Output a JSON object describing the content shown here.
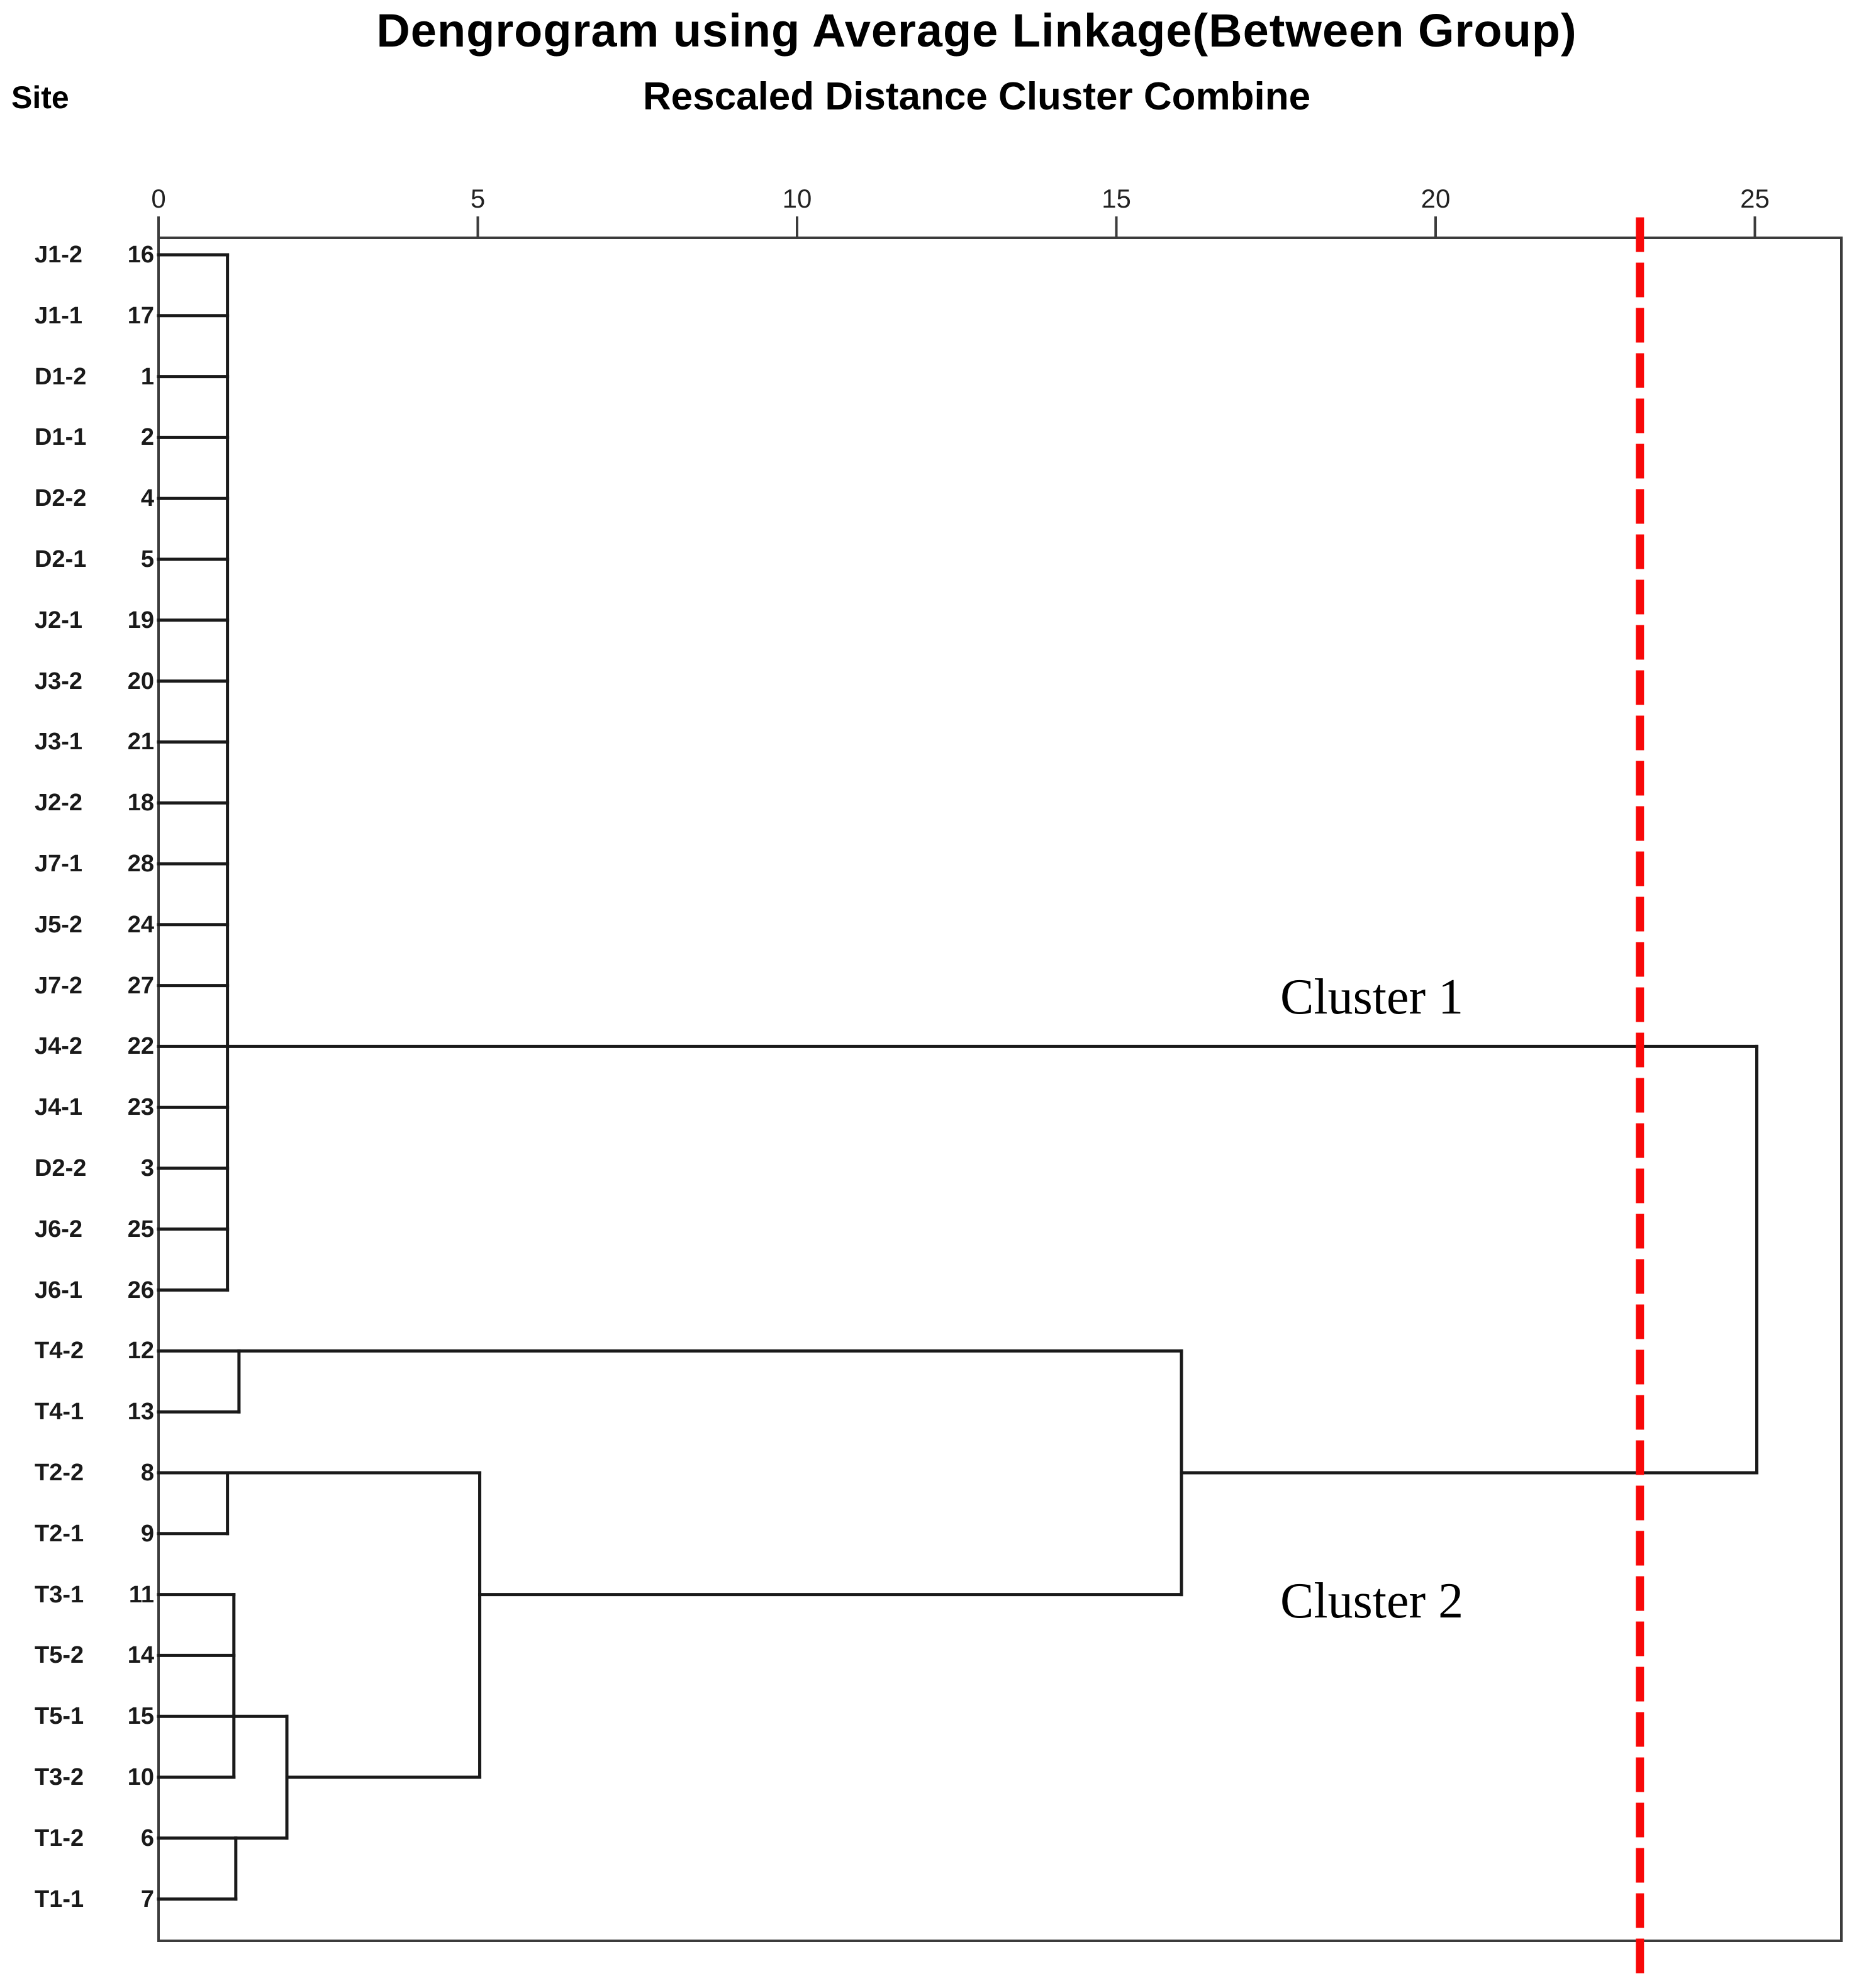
{
  "title": "Dengrogram using Average Linkage(Between Group)",
  "subtitle": "Rescaled Distance Cluster Combine",
  "site_header": "Site",
  "annotations": {
    "cluster1_label": "Cluster 1",
    "cluster2_label": "Cluster 2"
  },
  "colors": {
    "line": "#1a1a1a",
    "frame": "#3c3c3c",
    "tick_text": "#222222",
    "threshold_red": "#f80808",
    "background": "#ffffff"
  },
  "chart_data": {
    "type": "dendrogram",
    "orientation": "horizontal",
    "distance_axis": {
      "label": "Rescaled Distance Cluster Combine",
      "ticks": [
        0,
        5,
        10,
        15,
        20,
        25
      ],
      "range": [
        0,
        26.4
      ],
      "grid": false
    },
    "leaves": [
      {
        "site": "J1-2",
        "case": 16
      },
      {
        "site": "J1-1",
        "case": 17
      },
      {
        "site": "D1-2",
        "case": 1
      },
      {
        "site": "D1-1",
        "case": 2
      },
      {
        "site": "D2-2",
        "case": 4
      },
      {
        "site": "D2-1",
        "case": 5
      },
      {
        "site": "J2-1",
        "case": 19
      },
      {
        "site": "J3-2",
        "case": 20
      },
      {
        "site": "J3-1",
        "case": 21
      },
      {
        "site": "J2-2",
        "case": 18
      },
      {
        "site": "J7-1",
        "case": 28
      },
      {
        "site": "J5-2",
        "case": 24
      },
      {
        "site": "J7-2",
        "case": 27
      },
      {
        "site": "J4-2",
        "case": 22
      },
      {
        "site": "J4-1",
        "case": 23
      },
      {
        "site": "D2-2",
        "case": 3
      },
      {
        "site": "J6-2",
        "case": 25
      },
      {
        "site": "J6-1",
        "case": 26
      },
      {
        "site": "T4-2",
        "case": 12
      },
      {
        "site": "T4-1",
        "case": 13
      },
      {
        "site": "T2-2",
        "case": 8
      },
      {
        "site": "T2-1",
        "case": 9
      },
      {
        "site": "T3-1",
        "case": 11
      },
      {
        "site": "T5-2",
        "case": 14
      },
      {
        "site": "T5-1",
        "case": 15
      },
      {
        "site": "T3-2",
        "case": 10
      },
      {
        "site": "T1-2",
        "case": 6
      },
      {
        "site": "T1-1",
        "case": 7
      }
    ],
    "clusters": [
      {
        "name": "Cluster 1",
        "rows": [
          1,
          18
        ],
        "sites": [
          "J1-2",
          "J1-1",
          "D1-2",
          "D1-1",
          "D2-2",
          "D2-1",
          "J2-1",
          "J3-2",
          "J3-1",
          "J2-2",
          "J7-1",
          "J5-2",
          "J7-2",
          "J4-2",
          "J4-1",
          "D2-2",
          "J6-2",
          "J6-1"
        ]
      },
      {
        "name": "Cluster 2",
        "rows": [
          19,
          28
        ],
        "sites": [
          "T4-2",
          "T4-1",
          "T2-2",
          "T2-1",
          "T3-1",
          "T5-2",
          "T5-1",
          "T3-2",
          "T1-2",
          "T1-1"
        ]
      }
    ],
    "segments": {
      "leaf_stubs": [
        {
          "rows": [
            1,
            18
          ],
          "to": 1.08
        },
        {
          "rows": [
            19,
            20
          ],
          "to": 1.26
        },
        {
          "rows": [
            21,
            22
          ],
          "to": 1.08
        },
        {
          "rows": [
            23,
            26
          ],
          "to": 1.18
        },
        {
          "rows": [
            27,
            28
          ],
          "to": 1.21
        }
      ],
      "verticals": [
        {
          "at": 1.08,
          "rows": [
            1,
            18
          ]
        },
        {
          "at": 1.26,
          "rows": [
            19,
            20
          ]
        },
        {
          "at": 1.08,
          "rows": [
            21,
            22
          ]
        },
        {
          "at": 1.18,
          "rows": [
            23,
            26
          ]
        },
        {
          "at": 1.21,
          "rows": [
            27,
            28
          ]
        },
        {
          "at": 2.01,
          "rows": [
            25,
            27
          ]
        },
        {
          "at": 5.03,
          "rows": [
            21,
            26
          ]
        },
        {
          "at": 16.02,
          "rows": [
            19,
            23
          ]
        },
        {
          "at": 25.03,
          "rows": [
            14,
            21
          ]
        }
      ],
      "horizontals": [
        {
          "row": 14,
          "from": 1.08,
          "to": 25.03
        },
        {
          "row": 19,
          "from": 1.26,
          "to": 16.02
        },
        {
          "row": 21,
          "from": 1.08,
          "to": 5.03
        },
        {
          "row": 25,
          "from": 1.18,
          "to": 2.01
        },
        {
          "row": 27,
          "from": 1.21,
          "to": 2.01
        },
        {
          "row": 26,
          "from": 2.01,
          "to": 5.03
        },
        {
          "row": 23,
          "from": 5.03,
          "to": 16.02
        },
        {
          "row": 21,
          "from": 16.02,
          "to": 25.03
        }
      ]
    },
    "threshold_line": {
      "value": 23.2,
      "style": "dashed",
      "color": "#f80808"
    }
  }
}
